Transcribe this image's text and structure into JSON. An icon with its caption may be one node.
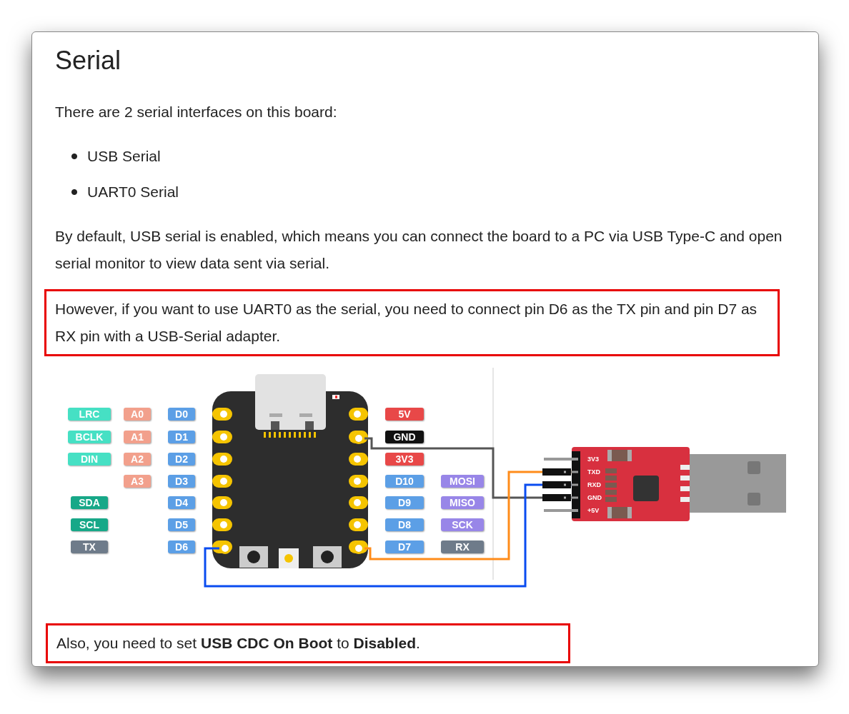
{
  "diagram": {
    "title": "Serial",
    "nodes": [
      {
        "text": [],
        "shape": "circle"
      },
      {
        "text": [],
        "shape": "circle"
      },
      {
        "text": [],
        "shape": "circle"
      },
      {
        "text": [
          "TXD"
        ]
      },
      {
        "text": [
          "RXD"
        ]
      },
      {
        "text": [
          "GND"
        ]
      }
    ],
    "edges": [
      {
        "from": 0,
        "to": 5,
        "arrow": "none",
        "color": "#555555"
      },
      {
        "from": 1,
        "to": 3,
        "arrow": "none",
        "color": "#ff8c1a"
      },
      {
        "from": 2,
        "to": 4,
        "arrow": "none",
        "color": "#0a4cf0"
      }
    ],
    "labels": [
      "There are 2 serial interfaces on this board:",
      "USB Serial",
      "UART0 Serial",
      "By default, USB serial is enabled, which means you can connect the board to a PC via USB Type-C and open serial monitor to view data sent via serial.",
      "However, if you want to use UART0 as the serial, you need to connect pin D6 as the TX pin and pin D7 as RX pin with a USB-Serial adapter.",
      "LRC",
      "A0",
      "D0",
      "5V",
      "BCLK",
      "A1",
      "D1",
      "GND",
      "DIN",
      "A2",
      "D2",
      "3V3",
      "A3",
      "D3",
      "D10",
      "MOSI",
      "SDA",
      "D4",
      "D9",
      "MISO",
      "SCL",
      "D5",
      "D8",
      "SCK",
      "TX",
      "D6",
      "D7",
      "RX",
      "3V3",
      "+5V",
      "Also, you need to set **USB CDC On Boot** to **Disabled**."
    ]
  }
}
